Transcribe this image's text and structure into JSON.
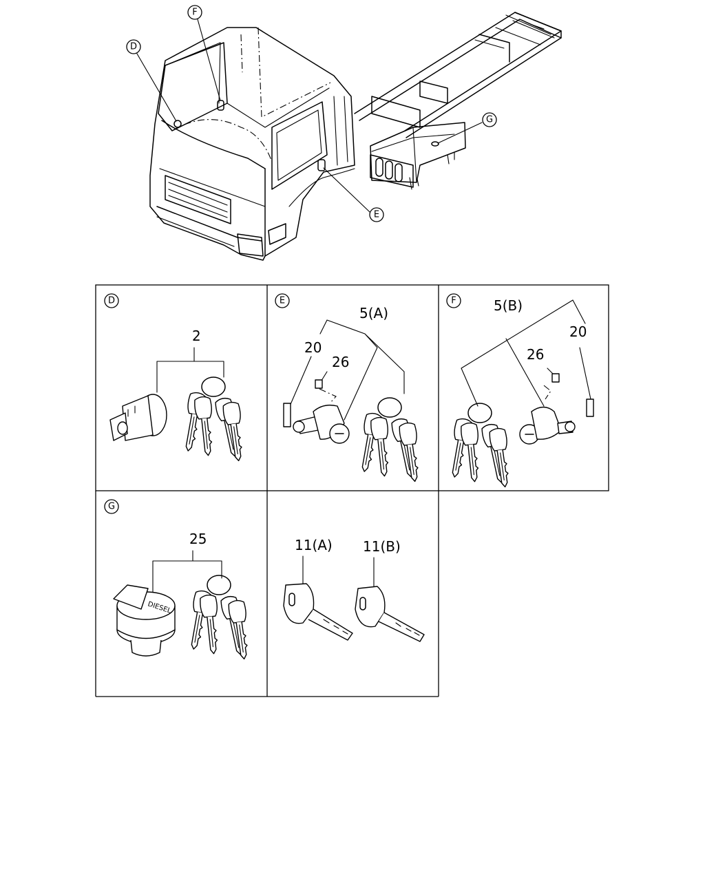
{
  "callouts": {
    "overview": {
      "d": "D",
      "f": "F",
      "g": "G",
      "e": "E"
    },
    "panels": {
      "d": "D",
      "e": "E",
      "f": "F",
      "g": "G"
    }
  },
  "part_numbers": {
    "panel_d": {
      "set": "2"
    },
    "panel_e": {
      "set": "5(A)",
      "bracket": "20",
      "bolt": "26"
    },
    "panel_f": {
      "set": "5(B)",
      "bracket": "20",
      "bolt": "26"
    },
    "panel_g": {
      "set": "25"
    },
    "panel_keys": {
      "key_a": "11(A)",
      "key_b": "11(B)"
    }
  },
  "cap_stamp": "DIESEL"
}
